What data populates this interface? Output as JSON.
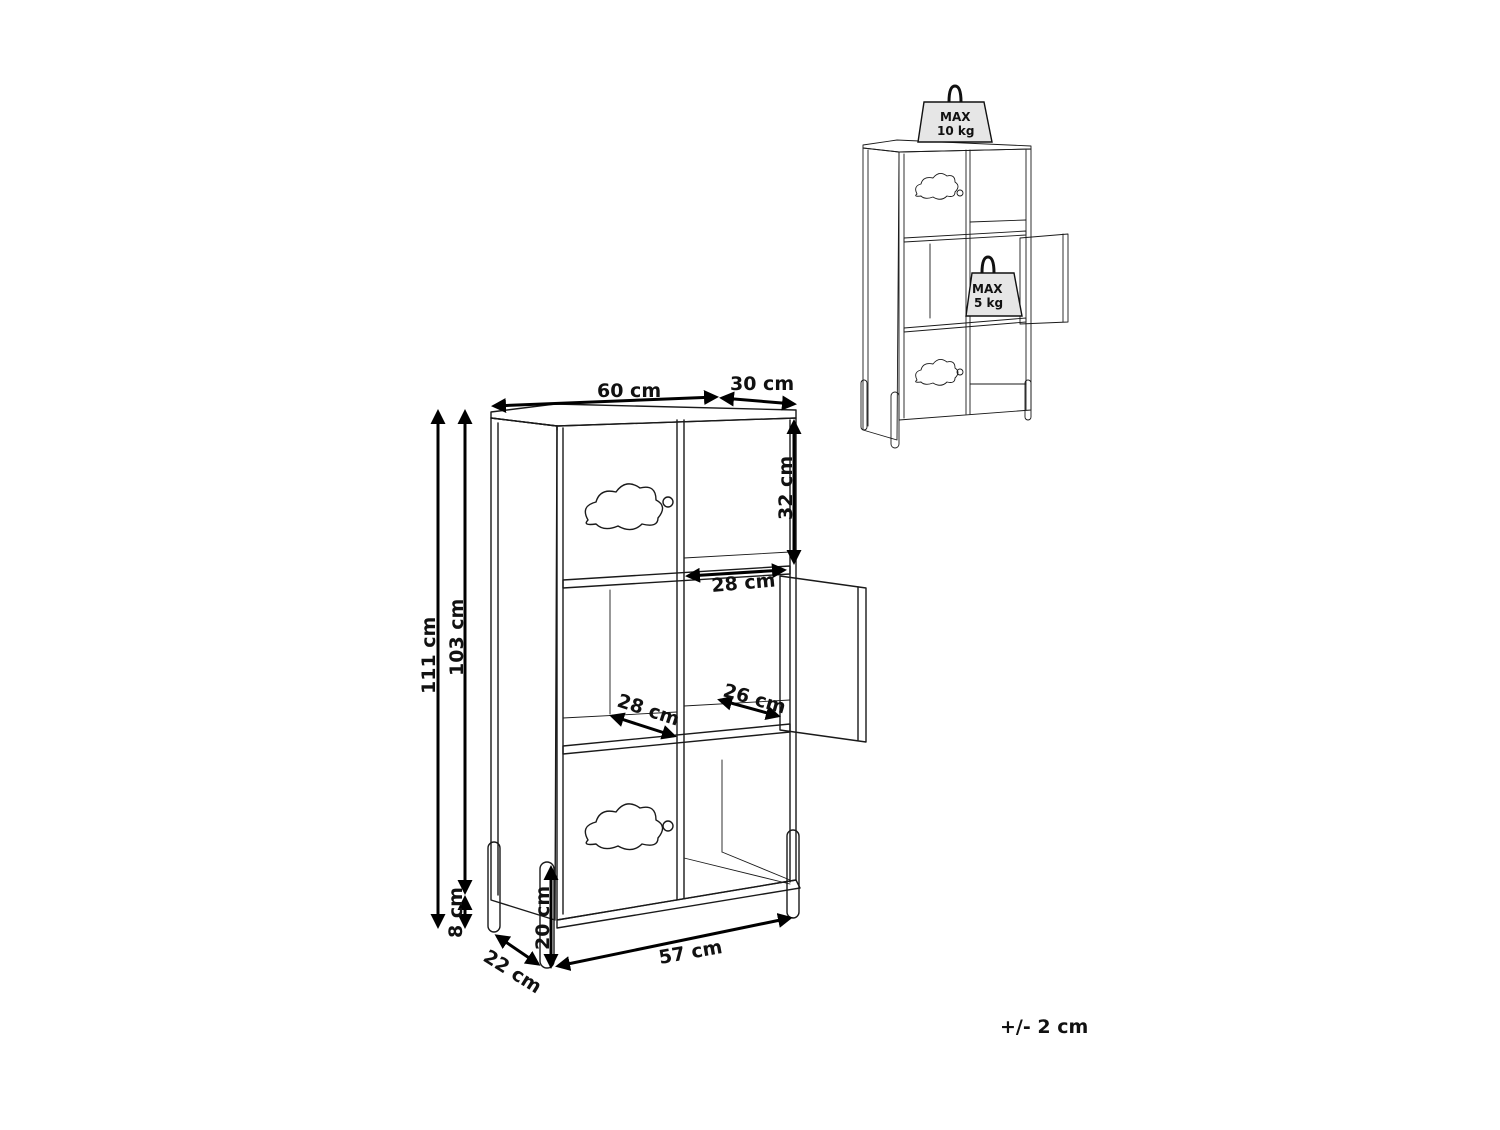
{
  "dimensions": {
    "width": "60 cm",
    "depth": "30 cm",
    "compartment_height": "32 cm",
    "compartment_width_top": "28 cm",
    "compartment_depth": "28 cm",
    "door_compartment_depth": "26 cm",
    "total_height": "111 cm",
    "body_height": "103 cm",
    "leg_height": "8 cm",
    "leg_spacing_height": "20 cm",
    "leg_depth": "22 cm",
    "leg_width": "57 cm"
  },
  "load_limits": {
    "top_max_label": "MAX",
    "top_max_value": "10 kg",
    "shelf_max_label": "MAX",
    "shelf_max_value": "5 kg"
  },
  "tolerance": "+/- 2 cm"
}
